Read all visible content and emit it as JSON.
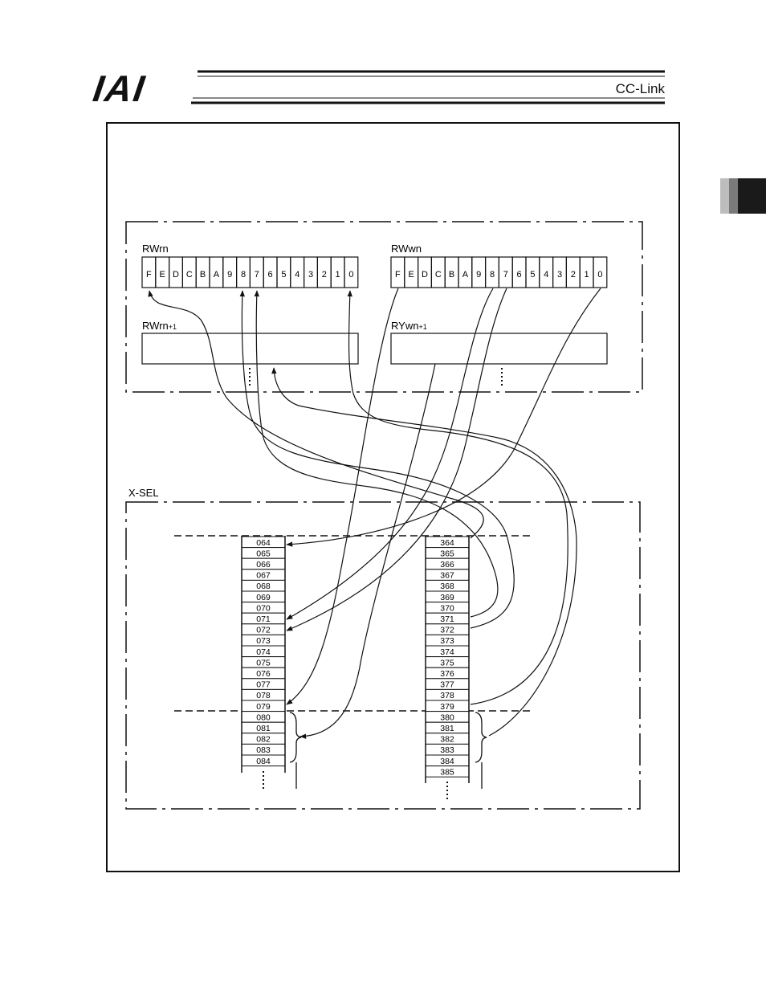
{
  "header": {
    "logo_text": "IAI",
    "section_title": "CC-Link"
  },
  "link_panel": {
    "rwrn": {
      "label": "RWrn",
      "bits": [
        "F",
        "E",
        "D",
        "C",
        "B",
        "A",
        "9",
        "8",
        "7",
        "6",
        "5",
        "4",
        "3",
        "2",
        "1",
        "0"
      ]
    },
    "rwwn": {
      "label": "RWwn",
      "bits": [
        "F",
        "E",
        "D",
        "C",
        "B",
        "A",
        "9",
        "8",
        "7",
        "6",
        "5",
        "4",
        "3",
        "2",
        "1",
        "0"
      ]
    },
    "rwrn1": {
      "label": "RWrn",
      "suffix": "+1"
    },
    "rywn1": {
      "label": "RYwn",
      "suffix": "+1"
    }
  },
  "xsel": {
    "label": "X-SEL",
    "input_ports": [
      "064",
      "065",
      "066",
      "067",
      "068",
      "069",
      "070",
      "071",
      "072",
      "073",
      "074",
      "075",
      "076",
      "077",
      "078",
      "079",
      "080",
      "081",
      "082",
      "083",
      "084"
    ],
    "output_ports": [
      "364",
      "365",
      "366",
      "367",
      "368",
      "369",
      "370",
      "371",
      "372",
      "373",
      "374",
      "375",
      "376",
      "377",
      "378",
      "379",
      "380",
      "381",
      "382",
      "383",
      "384",
      "385"
    ]
  },
  "colors": {
    "line": "#111111",
    "tab_light": "#bdbdbd",
    "tab_mid": "#7a7a7a",
    "tab_dark": "#1a1a1a"
  }
}
